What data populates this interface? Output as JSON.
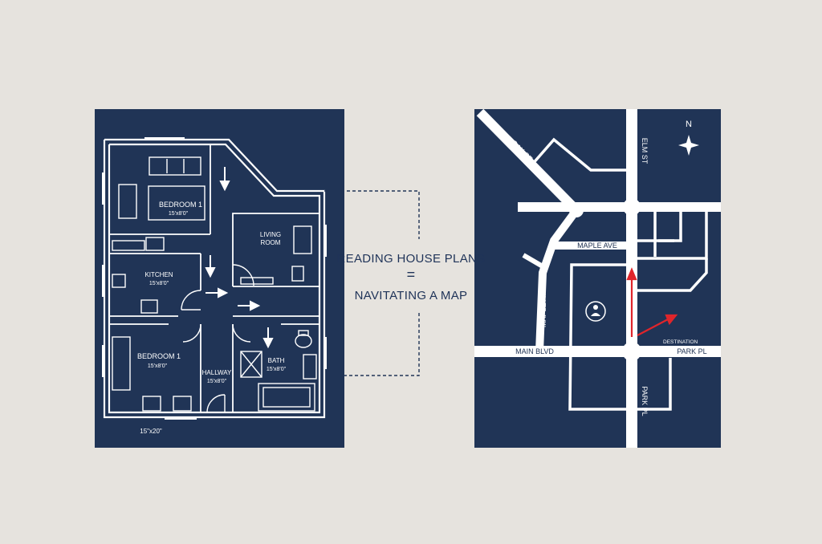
{
  "colors": {
    "background": "#e6e3de",
    "panel": "#203456",
    "line": "#ffffff",
    "route": "#e0252b"
  },
  "floor_plan": {
    "rooms": {
      "bedroom_top": {
        "label": "BEDROOM 1",
        "dims": "15'x8'0\""
      },
      "living": {
        "label_line1": "LIVING",
        "label_line2": "ROOM"
      },
      "kitchen": {
        "label": "KITCHEN",
        "dims": "15'x8'0\""
      },
      "bedroom_bottom": {
        "label": "BEDROOM 1",
        "dims": "15'x8'0\""
      },
      "hallway": {
        "label": "HALLWAY",
        "dims": "15'x8'0\""
      },
      "bath": {
        "label": "BATH",
        "dims": "15'x8'0\""
      }
    },
    "overall_dims": "15\"x20\""
  },
  "center": {
    "line1": "READING HOUSE PLANS",
    "equals": "=",
    "line2": "NAVITATING A MAP"
  },
  "map": {
    "compass": "N",
    "streets": {
      "oak_st": "OAK ST",
      "elm_st": "ELM ST",
      "maple_ave_h": "MAPLE AVE",
      "maple_ave_v": "MAPLE AVE",
      "main_blvd": "MAIN BLVD",
      "park_pl_h": "PARK PL",
      "park_pl_v": "PARK PL"
    },
    "destination": "DESTINATION",
    "landmark_icon": "person-icon"
  }
}
